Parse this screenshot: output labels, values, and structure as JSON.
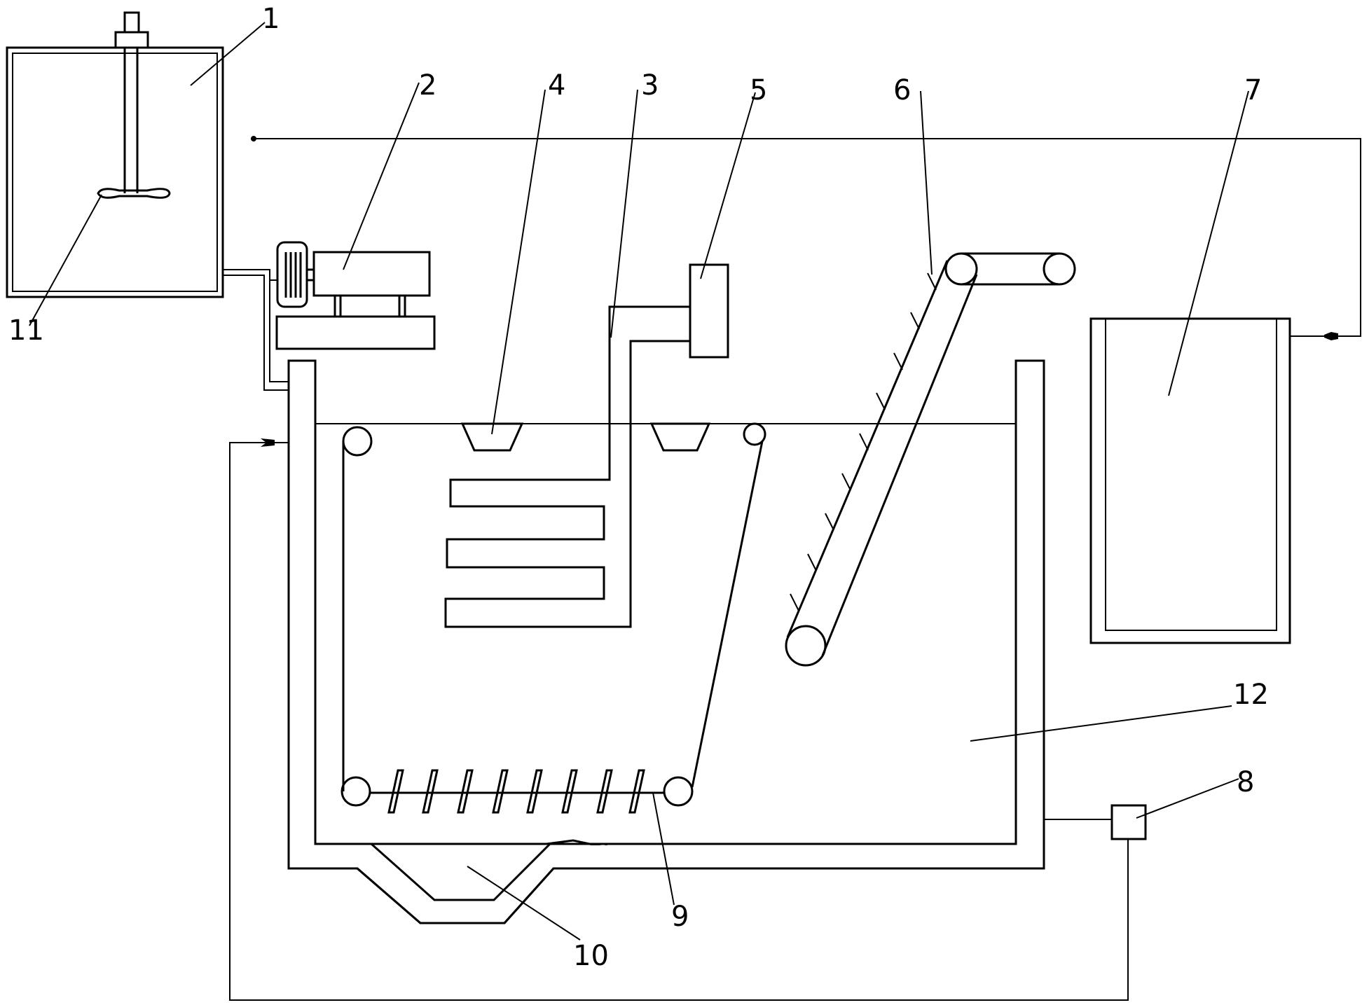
{
  "labels": {
    "l1": "1",
    "l2": "2",
    "l3": "3",
    "l4": "4",
    "l5": "5",
    "l6": "6",
    "l7": "7",
    "l8": "8",
    "l9": "9",
    "l10": "10",
    "l11": "11",
    "l12": "12"
  },
  "colors": {
    "stroke": "#000000",
    "background": "#ffffff"
  }
}
